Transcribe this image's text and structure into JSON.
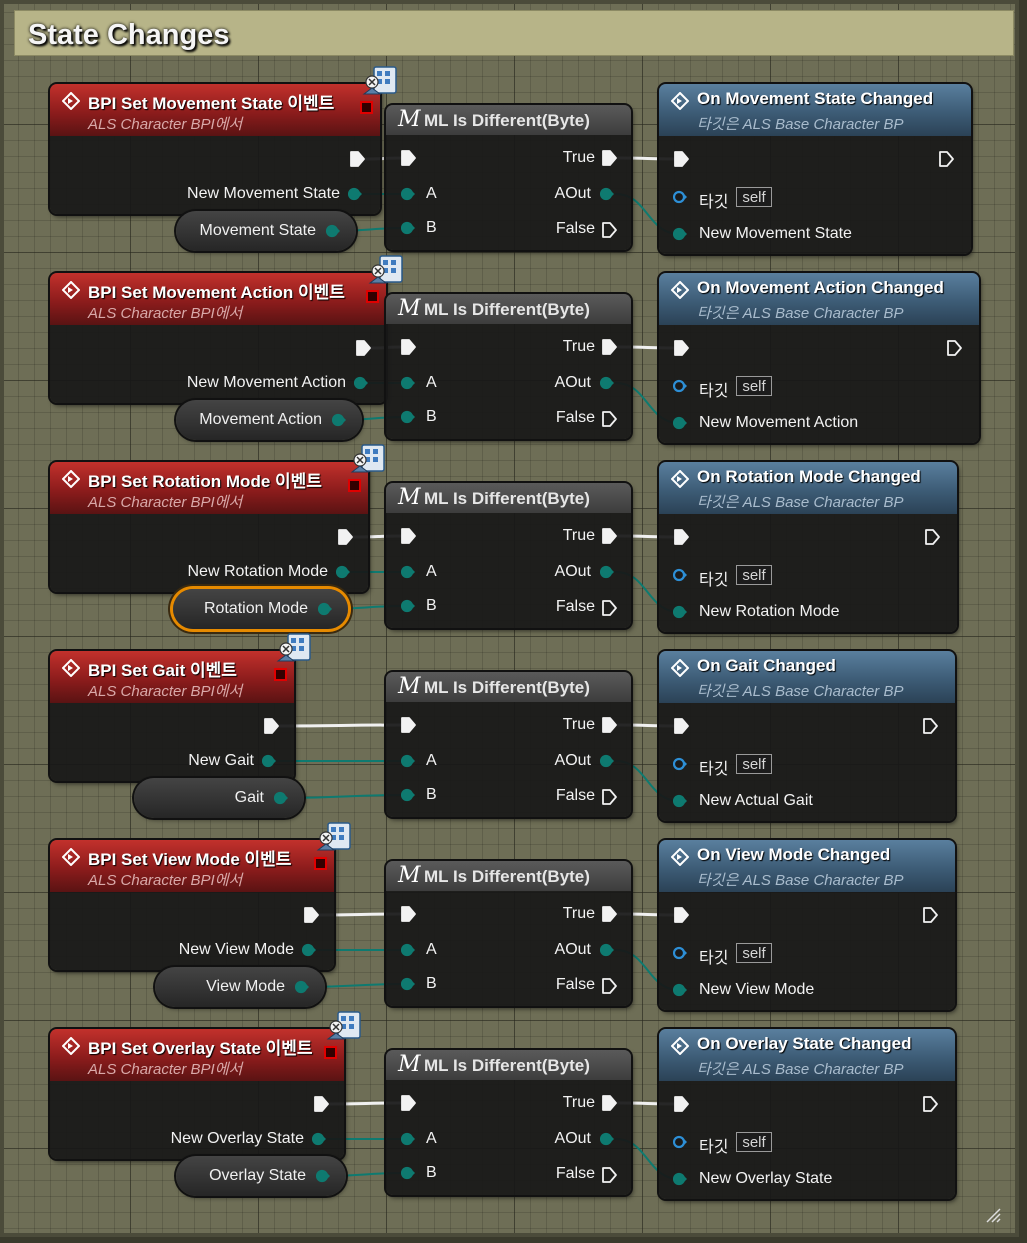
{
  "comment": {
    "title": "State Changes"
  },
  "rows": [
    {
      "event_title": "BPI Set Movement State 이벤트",
      "event_subtitle": "ALS Character BPI에서",
      "event_output": "New Movement State",
      "var_label": "Movement State",
      "compare_title": "ML Is Different(Byte)",
      "pin_true": "True",
      "pin_aout": "AOut",
      "pin_false": "False",
      "pin_a": "A",
      "pin_b": "B",
      "call_title": "On Movement State Changed",
      "call_subtitle": "타깃은 ALS Base Character BP",
      "target_label": "타깃",
      "self_label": "self",
      "call_input": "New Movement State"
    },
    {
      "event_title": "BPI Set Movement Action 이벤트",
      "event_subtitle": "ALS Character BPI에서",
      "event_output": "New Movement Action",
      "var_label": "Movement Action",
      "compare_title": "ML Is Different(Byte)",
      "pin_true": "True",
      "pin_aout": "AOut",
      "pin_false": "False",
      "pin_a": "A",
      "pin_b": "B",
      "call_title": "On Movement Action Changed",
      "call_subtitle": "타깃은 ALS Base Character BP",
      "target_label": "타깃",
      "self_label": "self",
      "call_input": "New Movement Action"
    },
    {
      "event_title": "BPI Set Rotation Mode 이벤트",
      "event_subtitle": "ALS Character BPI에서",
      "event_output": "New Rotation Mode",
      "var_label": "Rotation Mode",
      "compare_title": "ML Is Different(Byte)",
      "pin_true": "True",
      "pin_aout": "AOut",
      "pin_false": "False",
      "pin_a": "A",
      "pin_b": "B",
      "call_title": "On Rotation Mode Changed",
      "call_subtitle": "타깃은 ALS Base Character BP",
      "target_label": "타깃",
      "self_label": "self",
      "call_input": "New Rotation Mode"
    },
    {
      "event_title": "BPI Set Gait 이벤트",
      "event_subtitle": "ALS Character BPI에서",
      "event_output": "New Gait",
      "var_label": "Gait",
      "compare_title": "ML Is Different(Byte)",
      "pin_true": "True",
      "pin_aout": "AOut",
      "pin_false": "False",
      "pin_a": "A",
      "pin_b": "B",
      "call_title": "On Gait Changed",
      "call_subtitle": "타깃은 ALS Base Character BP",
      "target_label": "타깃",
      "self_label": "self",
      "call_input": "New Actual Gait"
    },
    {
      "event_title": "BPI Set View Mode 이벤트",
      "event_subtitle": "ALS Character BPI에서",
      "event_output": "New View Mode",
      "var_label": "View Mode",
      "compare_title": "ML Is Different(Byte)",
      "pin_true": "True",
      "pin_aout": "AOut",
      "pin_false": "False",
      "pin_a": "A",
      "pin_b": "B",
      "call_title": "On View Mode Changed",
      "call_subtitle": "타깃은 ALS Base Character BP",
      "target_label": "타깃",
      "self_label": "self",
      "call_input": "New View Mode"
    },
    {
      "event_title": "BPI Set Overlay State 이벤트",
      "event_subtitle": "ALS Character BPI에서",
      "event_output": "New Overlay State",
      "var_label": "Overlay State",
      "compare_title": "ML Is Different(Byte)",
      "pin_true": "True",
      "pin_aout": "AOut",
      "pin_false": "False",
      "pin_a": "A",
      "pin_b": "B",
      "call_title": "On Overlay State Changed",
      "call_subtitle": "타깃은 ALS Base Character BP",
      "target_label": "타깃",
      "self_label": "self",
      "call_input": "New Overlay State"
    }
  ],
  "colors": {
    "event_header": "#a82424",
    "function_header": "#4a6d8a",
    "byte_pin": "#0e7a70",
    "object_pin": "#2d8fd6",
    "selected_outline": "#e68a00",
    "exec_wire": "#f0f0f0"
  },
  "icons": {
    "event": "event-diamond-icon",
    "function": "function-diamond-icon",
    "macro": "macro-m-icon",
    "replication": "network-replication-icon",
    "resize": "resize-grip-icon"
  }
}
